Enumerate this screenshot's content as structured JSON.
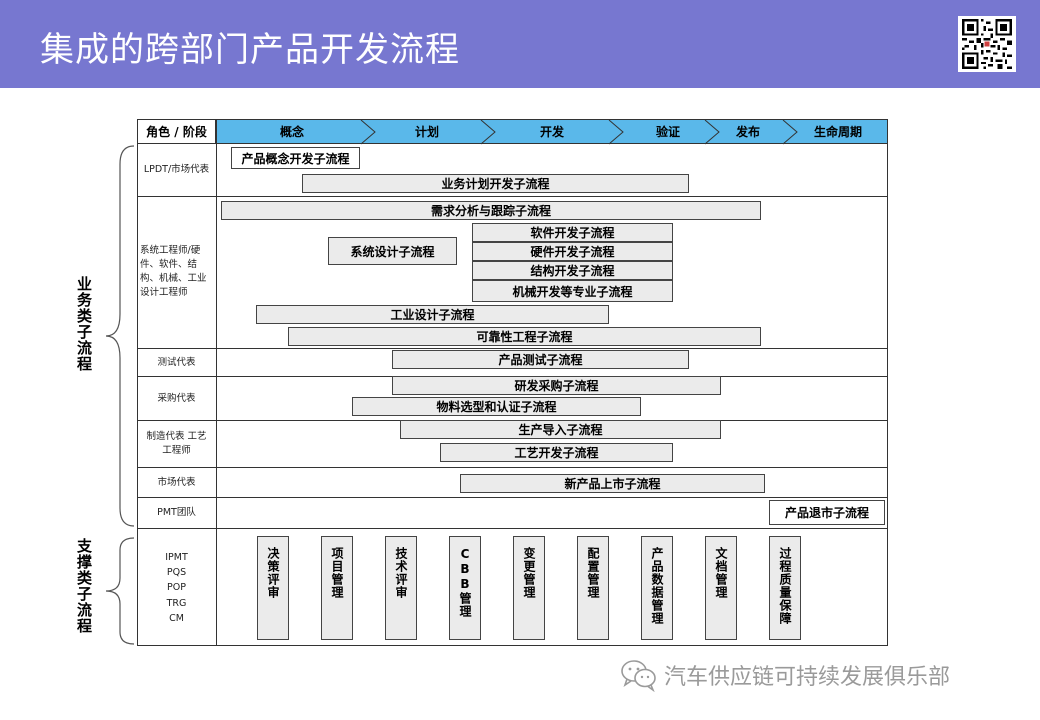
{
  "title": "集成的跨部门产品开发流程",
  "corner_label": "角色 / 阶段",
  "phases": [
    "概念",
    "计划",
    "开发",
    "验证",
    "发布",
    "生命周期"
  ],
  "roles": {
    "lpdt": "LPDT/市场代表",
    "sys": "系统工程师/硬件、软件、结构、机械、工业设计工程师",
    "test": "测试代表",
    "purchase": "采购代表",
    "mfg": "制造代表 工艺工程师",
    "market": "市场代表",
    "pmt": "PMT团队",
    "support": "IPMT PQS POP TRG CM"
  },
  "flows": {
    "concept": "产品概念开发子流程",
    "bizplan": "业务计划开发子流程",
    "req": "需求分析与跟踪子流程",
    "sysdesign": "系统设计子流程",
    "sw": "软件开发子流程",
    "hw": "硬件开发子流程",
    "struct": "结构开发子流程",
    "mech": "机械开发等专业子流程",
    "industrial": "工业设计子流程",
    "manufacturability": "可靠性工程子流程",
    "prodtest": "产品测试子流程",
    "rdpurchase": "研发采购子流程",
    "material": "物料选型和认证子流程",
    "prodintro": "生产导入子流程",
    "process": "工艺开发子流程",
    "launch": "新产品上市子流程",
    "retire": "产品退市子流程"
  },
  "support_flows": [
    "决策评审",
    "项目管理",
    "技术评审",
    "CBB管理",
    "变更管理",
    "配置管理",
    "产品数据管理",
    "文档管理",
    "过程质量保障"
  ],
  "categories": {
    "business": "业务类子流程",
    "support": "支撑类子流程"
  },
  "footer": "汽车供应链可持续发展俱乐部",
  "colors": {
    "header": "#7777d0",
    "phase_bar": "#5ab8ea",
    "box": "#ebebeb"
  }
}
